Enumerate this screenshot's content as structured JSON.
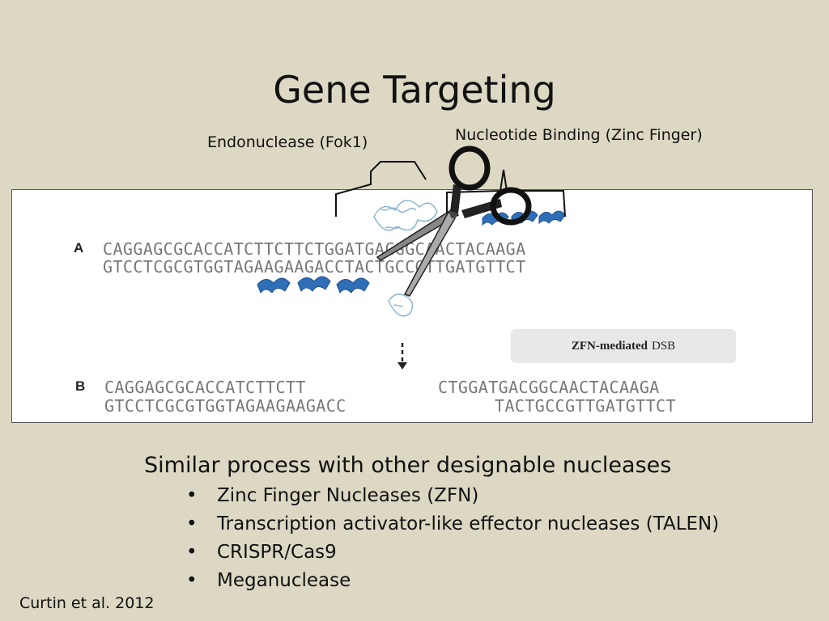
{
  "slide": {
    "title": "Gene Targeting",
    "label_endonuclease": "Endonuclease (Fok1)",
    "label_binding": "Nucleotide Binding (Zinc Finger)"
  },
  "figure": {
    "row_a_label": "A",
    "row_a_top": "CAGGAGCGCACCATCTTCTTCTGGATGACGGCAACTACAAGA",
    "row_a_bottom": "GTCCTCGCGTGGTAGAAGAAGACCTACTGCCGTTGATGTTCT",
    "dsb_bold": "ZFN-mediated",
    "dsb_text": "DSB",
    "row_b_label": "B",
    "row_b_left_top": "CAGGAGCGCACCATCTTCTT",
    "row_b_left_bottom": "GTCCTCGCGTGGTAGAAGAAGACC",
    "row_b_right_top": "CTGGATGACGGCAACTACAAGA",
    "row_b_right_bottom": "TACTGCCGTTGATGTTCT"
  },
  "content": {
    "subtitle": "Similar process with other designable nucleases",
    "bullets": [
      "Zinc Finger Nucleases (ZFN)",
      "Transcription activator-like effector nucleases (TALEN)",
      "CRISPR/Cas9",
      "Meganuclease"
    ],
    "bullet_glyph": "•",
    "citation": "Curtin et al. 2012"
  },
  "colors": {
    "background": "#ddd8c3",
    "protein": "#2f6fb8",
    "scissors": "#1a1a1a"
  }
}
